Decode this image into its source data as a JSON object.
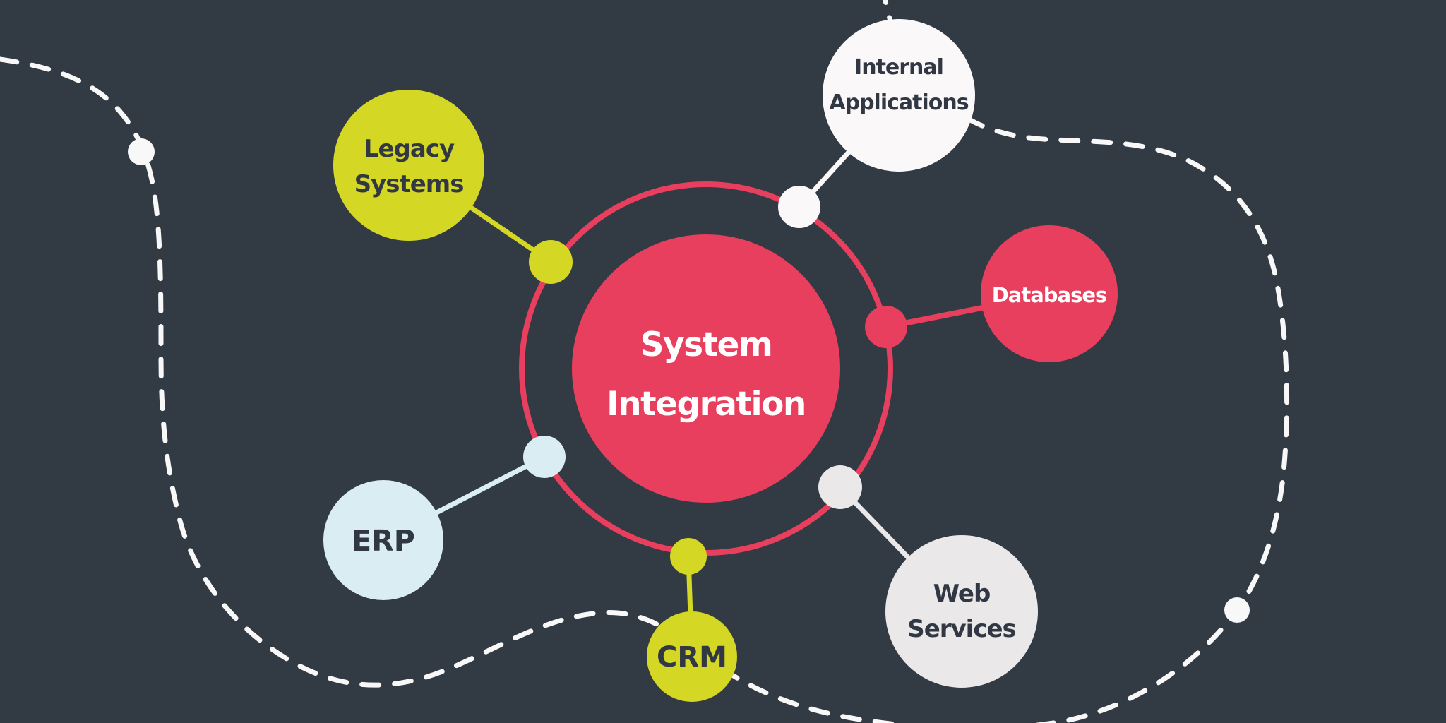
{
  "background_color": "#323A44",
  "colors": {
    "red": "#E73F5D",
    "yellow": "#D4D824",
    "light_blue": "#D9EDF3",
    "white_node": "#FAF8F9",
    "gray_node": "#EAE8E8",
    "dash_white": "#F8F8F8",
    "dark_text": "#313843",
    "white_text": "#FFFFFF"
  },
  "center": {
    "label_line1": "System",
    "label_line2": "Integration"
  },
  "nodes": {
    "legacy": {
      "line1": "Legacy",
      "line2": "Systems"
    },
    "internal": {
      "line1": "Internal",
      "line2": "Applications"
    },
    "databases": {
      "label": "Databases"
    },
    "erp": {
      "label": "ERP"
    },
    "web": {
      "line1": "Web",
      "line2": "Services"
    },
    "crm": {
      "label": "CRM"
    }
  }
}
